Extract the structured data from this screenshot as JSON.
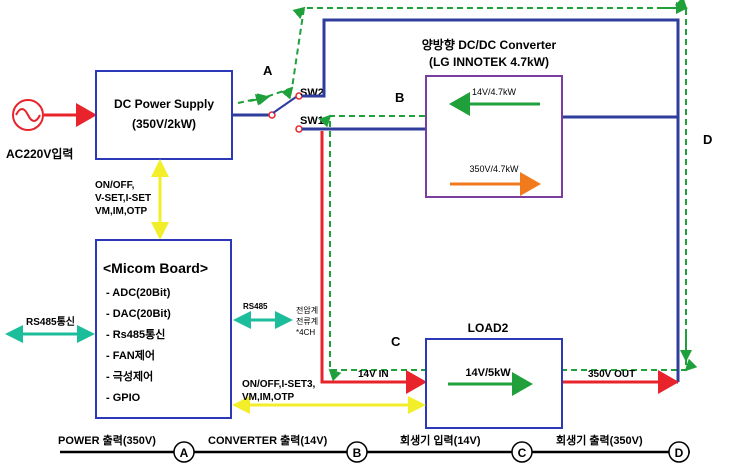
{
  "source": {
    "label": "AC220V입력"
  },
  "power_supply": {
    "line1": "DC Power Supply",
    "line2": "(350V/2kW)"
  },
  "switch": {
    "label": "A",
    "sw2": "SW2",
    "sw1": "SW1"
  },
  "converter": {
    "title_line1": "양방향 DC/DC Converter",
    "title_line2": "(LG INNOTEK 4.7kW)",
    "label": "B",
    "reverse_rating": "14V/4.7kW",
    "forward_rating": "350V/4.7kW"
  },
  "right_label": "D",
  "control_signals": {
    "line1": "ON/OFF,",
    "line2": "V-SET,I-SET",
    "line3": "VM,IM,OTP"
  },
  "micom": {
    "title": "<Micom Board>",
    "items": [
      "- ADC(20Bit)",
      "- DAC(20Bit)",
      "- Rs485통신",
      "- FAN제어",
      "- 극성제어",
      "- GPIO"
    ]
  },
  "rs485_left": "RS485통신",
  "rs485_right": {
    "label": "RS485",
    "note_line1": "전압계",
    "note_line2": "전류계",
    "note_line3": "*4CH"
  },
  "load": {
    "title": "LOAD2",
    "rating": "14V/5kW",
    "label": "C",
    "in_label": "14V IN",
    "out_label": "350V OUT"
  },
  "load_signals": {
    "line1": "ON/OFF,I-SET3,",
    "line2": "VM,IM,OTP"
  },
  "legend": [
    {
      "text": "POWER 출력(350V)",
      "marker": "A"
    },
    {
      "text": "CONVERTER 출력(14V)",
      "marker": "B"
    },
    {
      "text": "회생기 입력(14V)",
      "marker": "C"
    },
    {
      "text": "회생기 출력(350V)",
      "marker": "D"
    }
  ],
  "colors": {
    "bus_blue": "#2f3d9c",
    "power_red": "#e8232b",
    "loop_green": "#1fa03a",
    "signal_yellow": "#f2ef2a",
    "rs485_teal": "#1bbd9a",
    "converter_border": "#7a3da0",
    "block_border": "#2b39b8",
    "orange_arrow": "#f07a1d"
  }
}
